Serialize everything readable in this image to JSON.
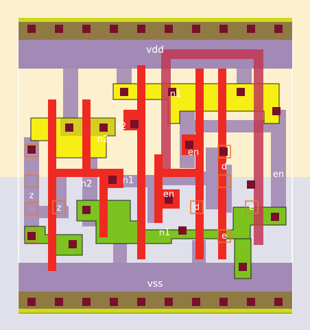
{
  "labels": {
    "vdd": "vdd",
    "vss": "vss",
    "n1_top": "n1",
    "n2_right": "n2",
    "n2_mid": "n2",
    "n2_left": "n2",
    "n1_mid": "n1",
    "en_upper": "en",
    "en_lower": "en",
    "en_right": "en",
    "d_upper": "d",
    "d_lower": "d",
    "z_pin": "z",
    "z_port": "z",
    "e_upper": "e",
    "e_lower": "e",
    "n1_bottom": "n1"
  },
  "colors": {
    "nwell": "#fdf0cf",
    "pwell": "#e0e0ea",
    "metal1": "#a389b5",
    "poly": "#ef2a22",
    "metal2": "#c23755",
    "pdiff": "#f7ef14",
    "ndiff": "#7cc31f",
    "contact": "#7a0f2a",
    "rail": "#8f7a43",
    "pin": "#e07a3a",
    "label": "#ffffff"
  }
}
